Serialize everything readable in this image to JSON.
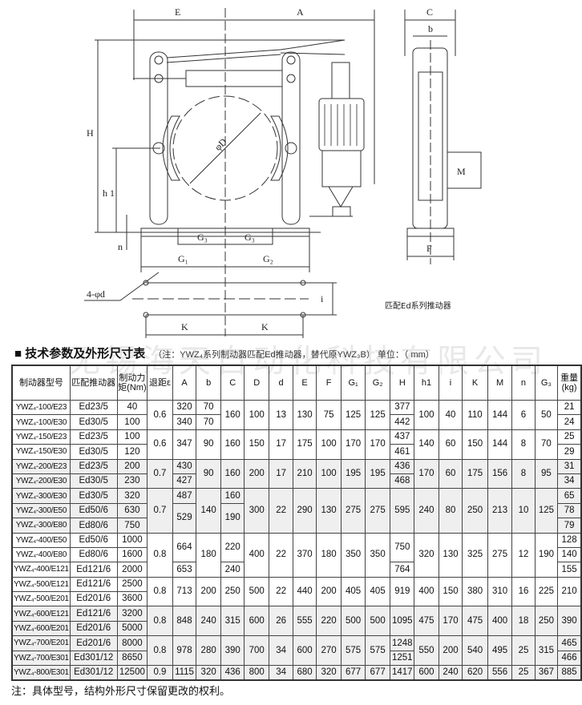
{
  "drawing": {
    "labels": {
      "E": "E",
      "A": "A",
      "C": "C",
      "b": "b",
      "H": "H",
      "h1": "h 1",
      "n": "n",
      "G3": "G₃",
      "G1": "G₁",
      "G2": "G₂",
      "D": "φD",
      "d": "4-φd",
      "K": "K",
      "M": "M",
      "F": "F",
      "i": "i"
    },
    "caption": "匹配Ed系列推动器"
  },
  "watermark": "无锡海天自动化科技有限公司",
  "title": "■ 技术参数及外形尺寸表",
  "note": "（注：YWZ₄系列制动器匹配Ed推动器，替代原YWZ₃B） 单位：（ mm）",
  "table": {
    "headers": [
      "制动器型号",
      "匹配推动器",
      "制动力矩(Nm)",
      "退距ε",
      "A",
      "b",
      "C",
      "D",
      "d",
      "E",
      "F",
      "G₁",
      "G₂",
      "H",
      "h1",
      "i",
      "K",
      "M",
      "n",
      "G₃",
      "重量(kg)"
    ],
    "rows": [
      {
        "shaded": false,
        "cells": [
          {
            "v": "YWZ₄-100/E23"
          },
          {
            "v": "Ed23/5"
          },
          {
            "v": "40"
          },
          {
            "v": "0.6",
            "rs": 2
          },
          {
            "v": "320"
          },
          {
            "v": "70"
          },
          {
            "v": "160",
            "rs": 2
          },
          {
            "v": "100",
            "rs": 2
          },
          {
            "v": "13",
            "rs": 2
          },
          {
            "v": "130",
            "rs": 2
          },
          {
            "v": "75",
            "rs": 2
          },
          {
            "v": "125",
            "rs": 2
          },
          {
            "v": "125",
            "rs": 2
          },
          {
            "v": "377"
          },
          {
            "v": "100",
            "rs": 2
          },
          {
            "v": "40",
            "rs": 2
          },
          {
            "v": "110",
            "rs": 2
          },
          {
            "v": "144",
            "rs": 2
          },
          {
            "v": "6",
            "rs": 2
          },
          {
            "v": "50",
            "rs": 2
          },
          {
            "v": "21"
          }
        ]
      },
      {
        "shaded": false,
        "cells": [
          {
            "v": "YWZ₄-100/E30"
          },
          {
            "v": "Ed30/5"
          },
          {
            "v": "100"
          },
          {
            "v": "340"
          },
          {
            "v": "70"
          },
          {
            "v": "442"
          },
          {
            "v": "24"
          }
        ]
      },
      {
        "shaded": false,
        "cells": [
          {
            "v": "YWZ₄-150/E23"
          },
          {
            "v": "Ed23/5"
          },
          {
            "v": "100"
          },
          {
            "v": "0.6",
            "rs": 2
          },
          {
            "v": "347",
            "rs": 2
          },
          {
            "v": "90",
            "rs": 2
          },
          {
            "v": "160",
            "rs": 2
          },
          {
            "v": "150",
            "rs": 2
          },
          {
            "v": "17",
            "rs": 2
          },
          {
            "v": "175",
            "rs": 2
          },
          {
            "v": "100",
            "rs": 2
          },
          {
            "v": "170",
            "rs": 2
          },
          {
            "v": "170",
            "rs": 2
          },
          {
            "v": "437"
          },
          {
            "v": "140",
            "rs": 2
          },
          {
            "v": "60",
            "rs": 2
          },
          {
            "v": "150",
            "rs": 2
          },
          {
            "v": "144",
            "rs": 2
          },
          {
            "v": "8",
            "rs": 2
          },
          {
            "v": "70",
            "rs": 2
          },
          {
            "v": "25"
          }
        ]
      },
      {
        "shaded": false,
        "cells": [
          {
            "v": "YWZ₄-150/E30"
          },
          {
            "v": "Ed30/5"
          },
          {
            "v": "120"
          },
          {
            "v": "461"
          },
          {
            "v": "29"
          }
        ]
      },
      {
        "shaded": true,
        "cells": [
          {
            "v": "YWZ₄-200/E23"
          },
          {
            "v": "Ed23/5"
          },
          {
            "v": "200"
          },
          {
            "v": "0.7",
            "rs": 2
          },
          {
            "v": "430"
          },
          {
            "v": "90",
            "rs": 2
          },
          {
            "v": "160",
            "rs": 2
          },
          {
            "v": "200",
            "rs": 2
          },
          {
            "v": "17",
            "rs": 2
          },
          {
            "v": "210",
            "rs": 2
          },
          {
            "v": "100",
            "rs": 2
          },
          {
            "v": "195",
            "rs": 2
          },
          {
            "v": "195",
            "rs": 2
          },
          {
            "v": "436"
          },
          {
            "v": "170",
            "rs": 2
          },
          {
            "v": "60",
            "rs": 2
          },
          {
            "v": "175",
            "rs": 2
          },
          {
            "v": "156",
            "rs": 2
          },
          {
            "v": "8",
            "rs": 2
          },
          {
            "v": "95",
            "rs": 2
          },
          {
            "v": "31"
          }
        ]
      },
      {
        "shaded": true,
        "cells": [
          {
            "v": "YWZ₄-200/E30"
          },
          {
            "v": "Ed30/5"
          },
          {
            "v": "230"
          },
          {
            "v": "427"
          },
          {
            "v": "468"
          },
          {
            "v": "34"
          }
        ]
      },
      {
        "shaded": true,
        "cells": [
          {
            "v": "YWZ₄-300/E30"
          },
          {
            "v": "Ed30/5"
          },
          {
            "v": "320"
          },
          {
            "v": "0.7",
            "rs": 3
          },
          {
            "v": "487"
          },
          {
            "v": "140",
            "rs": 3
          },
          {
            "v": "160"
          },
          {
            "v": "300",
            "rs": 3
          },
          {
            "v": "22",
            "rs": 3
          },
          {
            "v": "290",
            "rs": 3
          },
          {
            "v": "130",
            "rs": 3
          },
          {
            "v": "275",
            "rs": 3
          },
          {
            "v": "275",
            "rs": 3
          },
          {
            "v": "595",
            "rs": 3
          },
          {
            "v": "240",
            "rs": 3
          },
          {
            "v": "80",
            "rs": 3
          },
          {
            "v": "250",
            "rs": 3
          },
          {
            "v": "213",
            "rs": 3
          },
          {
            "v": "10",
            "rs": 3
          },
          {
            "v": "125",
            "rs": 3
          },
          {
            "v": "65"
          }
        ]
      },
      {
        "shaded": true,
        "cells": [
          {
            "v": "YWZ₄-300/E50"
          },
          {
            "v": "Ed50/6"
          },
          {
            "v": "630"
          },
          {
            "v": "529",
            "rs": 2
          },
          {
            "v": "190",
            "rs": 2
          },
          {
            "v": "78"
          }
        ]
      },
      {
        "shaded": true,
        "cells": [
          {
            "v": "YWZ₄-300/E80"
          },
          {
            "v": "Ed80/6"
          },
          {
            "v": "750"
          },
          {
            "v": "79"
          }
        ]
      },
      {
        "shaded": false,
        "cells": [
          {
            "v": "YWZ₄-400/E50"
          },
          {
            "v": "Ed50/6"
          },
          {
            "v": "1000"
          },
          {
            "v": "0.8",
            "rs": 3
          },
          {
            "v": "664",
            "rs": 2
          },
          {
            "v": "180",
            "rs": 3
          },
          {
            "v": "220",
            "rs": 2
          },
          {
            "v": "400",
            "rs": 3
          },
          {
            "v": "22",
            "rs": 3
          },
          {
            "v": "370",
            "rs": 3
          },
          {
            "v": "180",
            "rs": 3
          },
          {
            "v": "350",
            "rs": 3
          },
          {
            "v": "350",
            "rs": 3
          },
          {
            "v": "750",
            "rs": 2
          },
          {
            "v": "320",
            "rs": 3
          },
          {
            "v": "130",
            "rs": 3
          },
          {
            "v": "325",
            "rs": 3
          },
          {
            "v": "275",
            "rs": 3
          },
          {
            "v": "12",
            "rs": 3
          },
          {
            "v": "190",
            "rs": 3
          },
          {
            "v": "128"
          }
        ]
      },
      {
        "shaded": false,
        "cells": [
          {
            "v": "YWZ₄-400/E80"
          },
          {
            "v": "Ed80/6"
          },
          {
            "v": "1600"
          },
          {
            "v": "140"
          }
        ]
      },
      {
        "shaded": false,
        "cells": [
          {
            "v": "YWZ₄-400/E121"
          },
          {
            "v": "Ed121/6"
          },
          {
            "v": "2000"
          },
          {
            "v": "653"
          },
          {
            "v": "240"
          },
          {
            "v": "764"
          },
          {
            "v": "155"
          }
        ]
      },
      {
        "shaded": false,
        "cells": [
          {
            "v": "YWZ₄-500/E121"
          },
          {
            "v": "Ed121/6"
          },
          {
            "v": "2500"
          },
          {
            "v": "0.8",
            "rs": 2
          },
          {
            "v": "713",
            "rs": 2
          },
          {
            "v": "200",
            "rs": 2
          },
          {
            "v": "250",
            "rs": 2
          },
          {
            "v": "500",
            "rs": 2
          },
          {
            "v": "22",
            "rs": 2
          },
          {
            "v": "440",
            "rs": 2
          },
          {
            "v": "200",
            "rs": 2
          },
          {
            "v": "405",
            "rs": 2
          },
          {
            "v": "405",
            "rs": 2
          },
          {
            "v": "919",
            "rs": 2
          },
          {
            "v": "400",
            "rs": 2
          },
          {
            "v": "150",
            "rs": 2
          },
          {
            "v": "380",
            "rs": 2
          },
          {
            "v": "310",
            "rs": 2
          },
          {
            "v": "16",
            "rs": 2
          },
          {
            "v": "225",
            "rs": 2
          },
          {
            "v": "210",
            "rs": 2
          }
        ]
      },
      {
        "shaded": false,
        "cells": [
          {
            "v": "YWZ₄-500/E201"
          },
          {
            "v": "Ed201/6"
          },
          {
            "v": "3600"
          }
        ]
      },
      {
        "shaded": true,
        "cells": [
          {
            "v": "YWZ₄-600/E121"
          },
          {
            "v": "Ed121/6"
          },
          {
            "v": "3200"
          },
          {
            "v": "0.8",
            "rs": 2
          },
          {
            "v": "848",
            "rs": 2
          },
          {
            "v": "240",
            "rs": 2
          },
          {
            "v": "315",
            "rs": 2
          },
          {
            "v": "600",
            "rs": 2
          },
          {
            "v": "26",
            "rs": 2
          },
          {
            "v": "555",
            "rs": 2
          },
          {
            "v": "220",
            "rs": 2
          },
          {
            "v": "500",
            "rs": 2
          },
          {
            "v": "500",
            "rs": 2
          },
          {
            "v": "1095",
            "rs": 2
          },
          {
            "v": "475",
            "rs": 2
          },
          {
            "v": "170",
            "rs": 2
          },
          {
            "v": "475",
            "rs": 2
          },
          {
            "v": "400",
            "rs": 2
          },
          {
            "v": "18",
            "rs": 2
          },
          {
            "v": "250",
            "rs": 2
          },
          {
            "v": "390",
            "rs": 2
          }
        ]
      },
      {
        "shaded": true,
        "cells": [
          {
            "v": "YWZ₄-600/E201"
          },
          {
            "v": "Ed201/6"
          },
          {
            "v": "5000"
          }
        ]
      },
      {
        "shaded": true,
        "cells": [
          {
            "v": "YWZ₄-700/E201"
          },
          {
            "v": "Ed201/6"
          },
          {
            "v": "8000"
          },
          {
            "v": "0.8",
            "rs": 2
          },
          {
            "v": "978",
            "rs": 2
          },
          {
            "v": "280",
            "rs": 2
          },
          {
            "v": "390",
            "rs": 2
          },
          {
            "v": "700",
            "rs": 2
          },
          {
            "v": "34",
            "rs": 2
          },
          {
            "v": "600",
            "rs": 2
          },
          {
            "v": "270",
            "rs": 2
          },
          {
            "v": "575",
            "rs": 2
          },
          {
            "v": "575",
            "rs": 2
          },
          {
            "v": "1248"
          },
          {
            "v": "550",
            "rs": 2
          },
          {
            "v": "200",
            "rs": 2
          },
          {
            "v": "540",
            "rs": 2
          },
          {
            "v": "495",
            "rs": 2
          },
          {
            "v": "25",
            "rs": 2
          },
          {
            "v": "315",
            "rs": 2
          },
          {
            "v": "465"
          }
        ]
      },
      {
        "shaded": true,
        "cells": [
          {
            "v": "YWZ₄-700/E301"
          },
          {
            "v": "Ed301/12"
          },
          {
            "v": "8650"
          },
          {
            "v": "1251"
          },
          {
            "v": "466"
          }
        ]
      },
      {
        "shaded": true,
        "cells": [
          {
            "v": "YWZ₄-800/E301"
          },
          {
            "v": "Ed301/12"
          },
          {
            "v": "12500"
          },
          {
            "v": "0.9"
          },
          {
            "v": "1115"
          },
          {
            "v": "320"
          },
          {
            "v": "436"
          },
          {
            "v": "800"
          },
          {
            "v": "34"
          },
          {
            "v": "680"
          },
          {
            "v": "320"
          },
          {
            "v": "677"
          },
          {
            "v": "677"
          },
          {
            "v": "1417"
          },
          {
            "v": "600"
          },
          {
            "v": "240"
          },
          {
            "v": "620"
          },
          {
            "v": "556"
          },
          {
            "v": "25"
          },
          {
            "v": "367"
          },
          {
            "v": "885"
          }
        ]
      }
    ]
  },
  "footnote": "注：具体型号，结构外形尺寸保留更改的权利。"
}
